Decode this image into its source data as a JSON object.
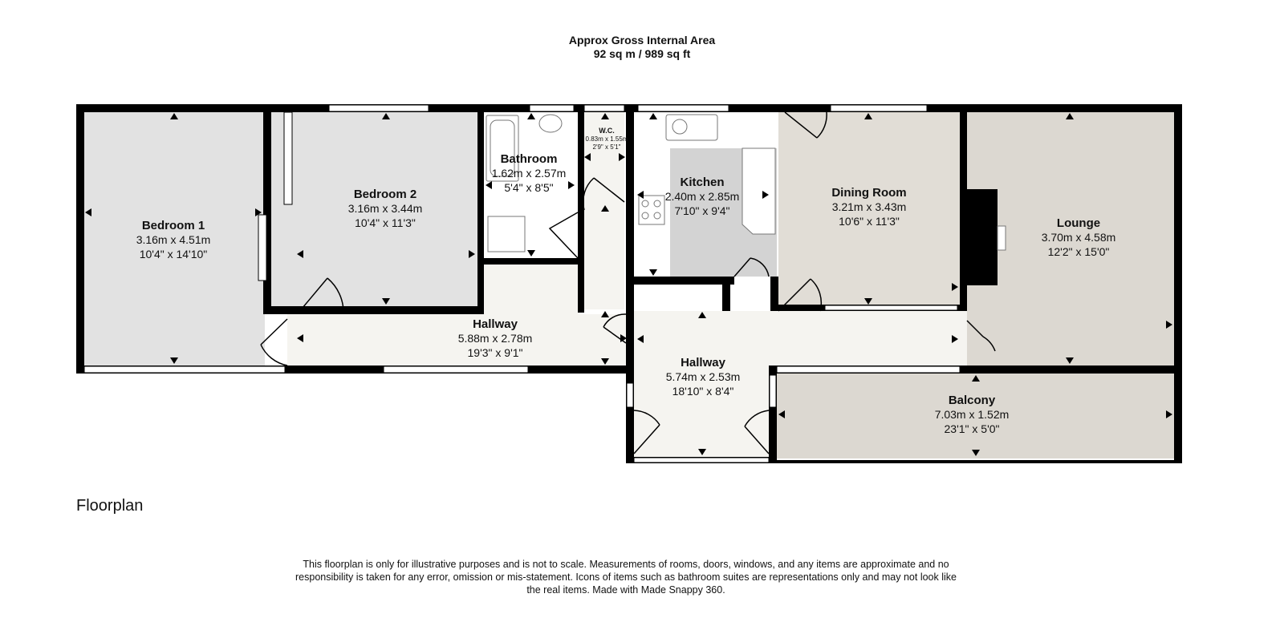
{
  "header": {
    "area_title": "Approx Gross Internal Area",
    "area_value": "92 sq m / 989 sq ft"
  },
  "section_label": "Floorplan",
  "disclaimer": "This floorplan is only for illustrative purposes and is not to scale. Measurements of rooms, doors, windows, and any items are approximate and no responsibility is taken for any error, omission or mis-statement. Icons of items such as bathroom suites are representations only and may not look like the real items. Made with Made Snappy 360.",
  "rooms": {
    "bedroom1": {
      "name": "Bedroom 1",
      "metric": "3.16m x 4.51m",
      "imperial": "10'4\" x 14'10\""
    },
    "bedroom2": {
      "name": "Bedroom 2",
      "metric": "3.16m x 3.44m",
      "imperial": "10'4\" x 11'3\""
    },
    "bathroom": {
      "name": "Bathroom",
      "metric": "1.62m x 2.57m",
      "imperial": "5'4\" x 8'5\""
    },
    "wc": {
      "name": "W.C.",
      "metric": "0.83m x 1.55m",
      "imperial": "2'9\" x 5'1\""
    },
    "kitchen": {
      "name": "Kitchen",
      "metric": "2.40m x 2.85m",
      "imperial": "7'10\" x 9'4\""
    },
    "dining": {
      "name": "Dining Room",
      "metric": "3.21m x 3.43m",
      "imperial": "10'6\" x 11'3\""
    },
    "lounge": {
      "name": "Lounge",
      "metric": "3.70m x 4.58m",
      "imperial": "12'2\" x 15'0\""
    },
    "hallway1": {
      "name": "Hallway",
      "metric": "5.88m x 2.78m",
      "imperial": "19'3\" x 9'1\""
    },
    "hallway2": {
      "name": "Hallway",
      "metric": "5.74m x 2.53m",
      "imperial": "18'10\" x 8'4\""
    },
    "balcony": {
      "name": "Balcony",
      "metric": "7.03m x 1.52m",
      "imperial": "23'1\" x 5'0\""
    }
  },
  "colors": {
    "wall": "#000000",
    "bedroom_fill": "#e2e2e2",
    "dining_fill": "#e1ddd6",
    "balcony_fill": "#dcd8d1",
    "hallway_fill": "#f5f4f0",
    "kitchen_fill": "#d3d3d3",
    "window": "#ffffff"
  }
}
